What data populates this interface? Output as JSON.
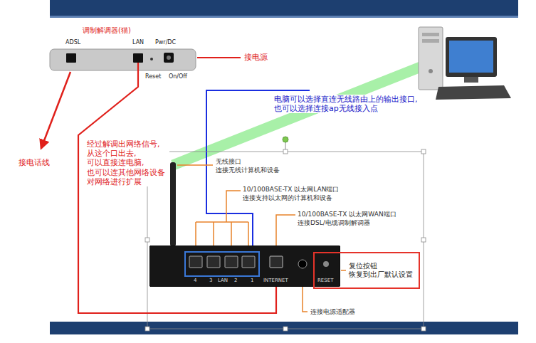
{
  "diagram": {
    "nodes": [
      {
        "text": [
          "调制解调器(猫)",
          "ADSL",
          "LAN",
          "Pwr/DC",
          "Reset",
          "On/Off"
        ]
      },
      {
        "text": [
          "4",
          "3",
          "LAN",
          "2",
          "1",
          "INTERNET",
          "RESET"
        ]
      },
      {
        "text": [
          "复位按钮",
          "恢复到出厂默认设置"
        ]
      }
    ],
    "edges": [
      {
        "from": 0,
        "to": 1,
        "arrow": "none"
      }
    ],
    "labels": [
      "接电话线",
      "接电源",
      "经过解调出网络信号, 从这个口出去, 可以直接连电脑, 也可以连其他网络设备 对网络进行扩展",
      "电脑可以选择直连无线路由上的输出接口, 也可以选择连接ap无线接入点",
      "无线接口",
      "连接无线计算机和设备",
      "10/100BASE-TX 以太网LAN端口",
      "连接支持以太网的计算机和设备",
      "10/100BASE-TX 以太网WAN端口",
      "连接DSL/电缆调制解调器",
      "连接电源适配器"
    ]
  }
}
